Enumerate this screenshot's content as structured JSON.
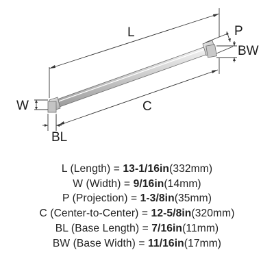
{
  "diagram": {
    "labels": {
      "L": "L",
      "C": "C",
      "W": "W",
      "BL": "BL",
      "P": "P",
      "BW": "BW"
    }
  },
  "specs": [
    {
      "name": "L (Length) = ",
      "value": "13-1/16in",
      "metric": "(332mm)"
    },
    {
      "name": "W (Width) = ",
      "value": "9/16in",
      "metric": "(14mm)"
    },
    {
      "name": "P (Projection) = ",
      "value": "1-3/8in",
      "metric": "(35mm)"
    },
    {
      "name": "C (Center-to-Center) = ",
      "value": "12-5/8in",
      "metric": "(320mm)"
    },
    {
      "name": "BL (Base Length) = ",
      "value": "7/16in",
      "metric": "(11mm)"
    },
    {
      "name": "BW (Base Width) = ",
      "value": "11/16in",
      "metric": "(17mm)"
    }
  ]
}
